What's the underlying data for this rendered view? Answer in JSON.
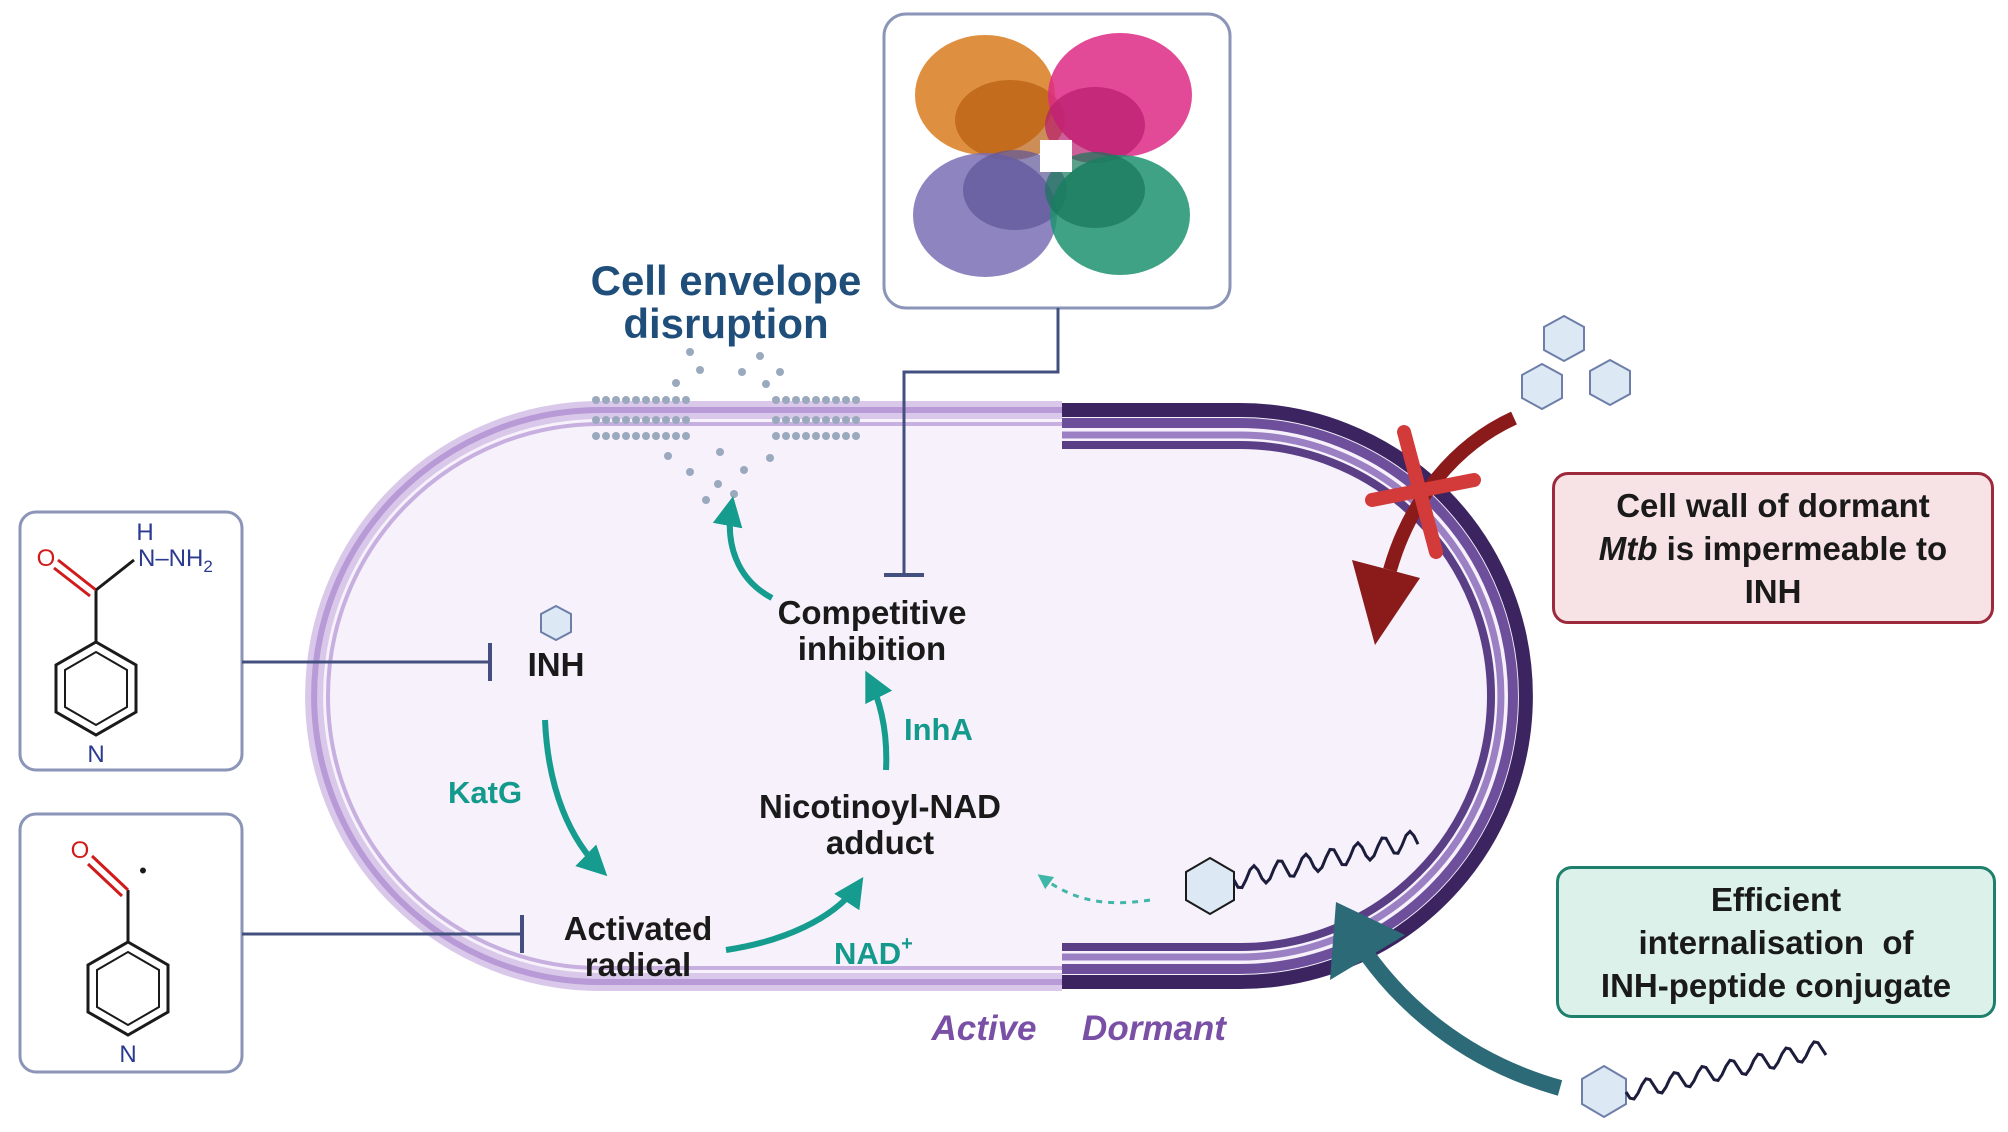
{
  "title": "Cell envelope disruption",
  "title_line1": "Cell envelope",
  "title_line2": "disruption",
  "labels": {
    "inh": "INH",
    "katg": "KatG",
    "activated_radical_line1": "Activated",
    "activated_radical_line2": "radical",
    "nad_plus": "NAD",
    "nad_plus_sup": "+",
    "adduct_line1": "Nicotinoyl-NAD",
    "adduct_line2": "adduct",
    "inha": "InhA",
    "competitive_line1": "Competitive",
    "competitive_line2": "inhibition",
    "active": "Active",
    "dormant": "Dormant"
  },
  "atoms": {
    "oxygen": "O",
    "nitrogen": "N",
    "hydrogen": "H",
    "nh2": "N–NH",
    "nh2_sub": "2",
    "radical_dot": "•"
  },
  "callouts": {
    "impermeable": {
      "line1": "Cell wall of dormant",
      "line2_italic": "Mtb",
      "line2_rest": " is impermeable to",
      "line3": "INH"
    },
    "internalisation": {
      "line1": "Efficient",
      "line2": "internalisation  of",
      "line3": "INH-peptide conjugate"
    }
  },
  "colors": {
    "membrane": "#b79ad6",
    "dormant_wall": "#5a3f86",
    "teal_arrow": "#159c8e",
    "blocked_arrow": "#8b1a1a",
    "entry_arrow": "#2c6a78",
    "inhibitor_line": "#43507f",
    "cell_fill": "#f6f1fa",
    "hexagon": "#dce8f4"
  }
}
